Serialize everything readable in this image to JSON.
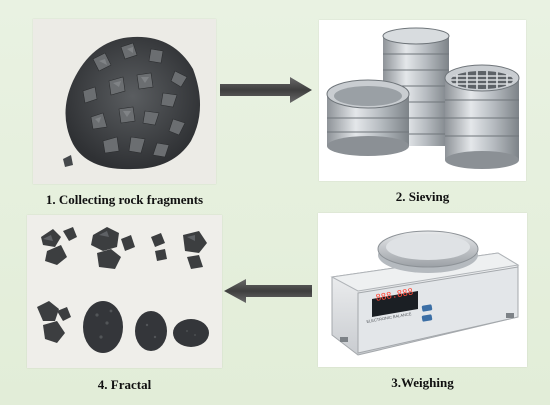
{
  "steps": [
    {
      "caption": "1. Collecting rock fragments"
    },
    {
      "caption": "2. Sieving"
    },
    {
      "caption": "3.Weighing"
    },
    {
      "caption": "4. Fractal"
    }
  ],
  "balance": {
    "display": "888.888",
    "brand": "ELECTRONIC BALANCE"
  },
  "colors": {
    "background": "#e6f0dc",
    "arrow": "#4a4a4a",
    "rock": "#3c3e40",
    "steel": "#b8bcc0"
  }
}
